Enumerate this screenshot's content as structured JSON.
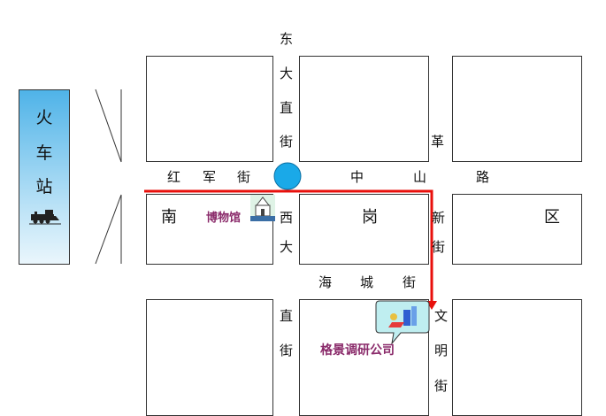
{
  "station": {
    "chars": [
      "火",
      "车",
      "站"
    ]
  },
  "streets": {
    "dongdazhi": [
      "东",
      "大",
      "直",
      "街"
    ],
    "hongjun": [
      "红",
      "军",
      "街"
    ],
    "zhongshan": [
      "中",
      "山",
      "路"
    ],
    "ge": "革",
    "xida": [
      "西",
      "大"
    ],
    "xinjie": [
      "新",
      "街"
    ],
    "haicheng": [
      "海",
      "城",
      "街"
    ],
    "zhijie": [
      "直",
      "街"
    ],
    "wenming": [
      "文",
      "明",
      "街"
    ]
  },
  "district": {
    "chars": [
      "南",
      "岗",
      "区"
    ]
  },
  "places": {
    "museum": "博物馆",
    "company": "格景调研公司"
  },
  "colors": {
    "route": "#e8100c",
    "roundabout": "#1aa9e8",
    "label_purple": "#8a2a6a"
  },
  "icons": [
    "train-icon",
    "museum-icon",
    "company-icon",
    "roundabout"
  ]
}
